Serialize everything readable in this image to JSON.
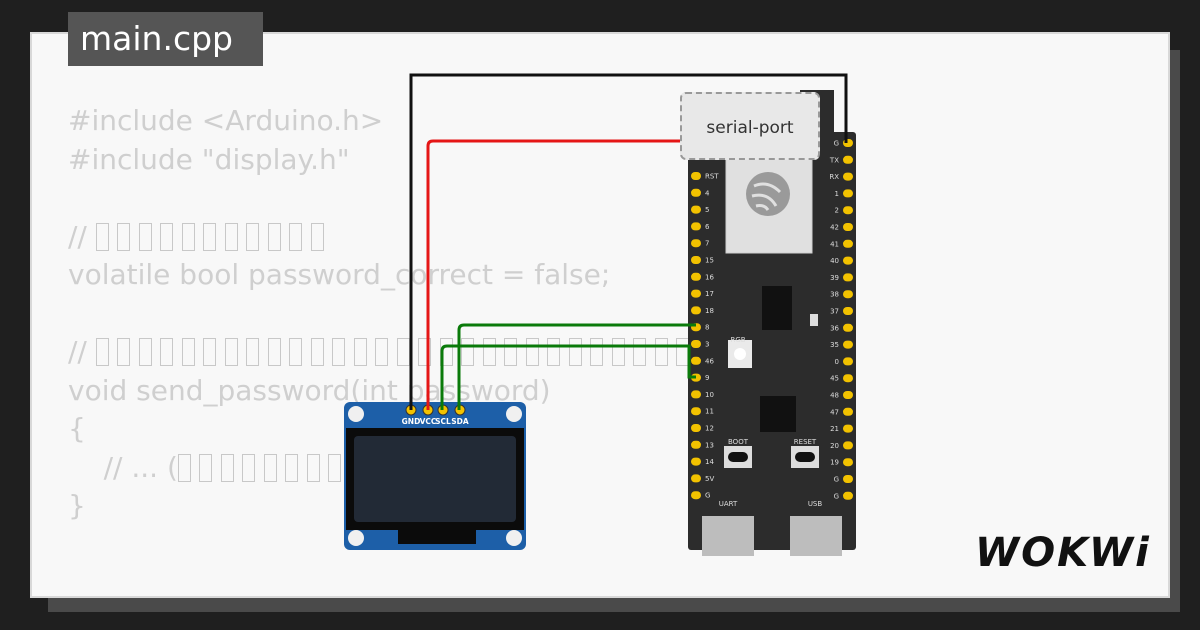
{
  "file_tab": {
    "label": "main.cpp"
  },
  "code_lines": [
    {
      "text": "#include <Arduino.h>",
      "tofu": 0
    },
    {
      "text": "#include \"display.h\"",
      "tofu": 0
    },
    {
      "text": "",
      "tofu": 0
    },
    {
      "text": "// ",
      "tofu": 11
    },
    {
      "text": "volatile bool password_correct = false;",
      "tofu": 0
    },
    {
      "text": "",
      "tofu": 0
    },
    {
      "text": "// ",
      "tofu": 28
    },
    {
      "text": "void send_password(int password)",
      "tofu": 0
    },
    {
      "text": "{",
      "tofu": 0
    },
    {
      "text": "    // ... (",
      "tofu": 8
    },
    {
      "text": "}",
      "tofu": 0
    }
  ],
  "serial_port": {
    "label": "serial-port"
  },
  "oled": {
    "pins": [
      "GND",
      "VCC",
      "SCL",
      "SDA"
    ]
  },
  "esp32": {
    "left_pins": [
      "RST",
      "4",
      "5",
      "6",
      "7",
      "15",
      "16",
      "17",
      "18",
      "8",
      "3",
      "46",
      "9",
      "10",
      "11",
      "12",
      "13",
      "14",
      "5V",
      "G"
    ],
    "right_pins": [
      "G",
      "TX",
      "RX",
      "1",
      "2",
      "42",
      "41",
      "40",
      "39",
      "38",
      "37",
      "36",
      "35",
      "0",
      "45",
      "48",
      "47",
      "21",
      "20",
      "19",
      "G",
      "G"
    ],
    "rgb_label": "RGB",
    "boot_label": "BOOT",
    "reset_label": "RESET",
    "uart_label": "UART",
    "usb_label": "USB"
  },
  "wire_colors": {
    "gnd": "#111111",
    "vcc": "#e51616",
    "i2c": "#0a7a0a"
  },
  "logo": {
    "text": "WOKWi"
  }
}
